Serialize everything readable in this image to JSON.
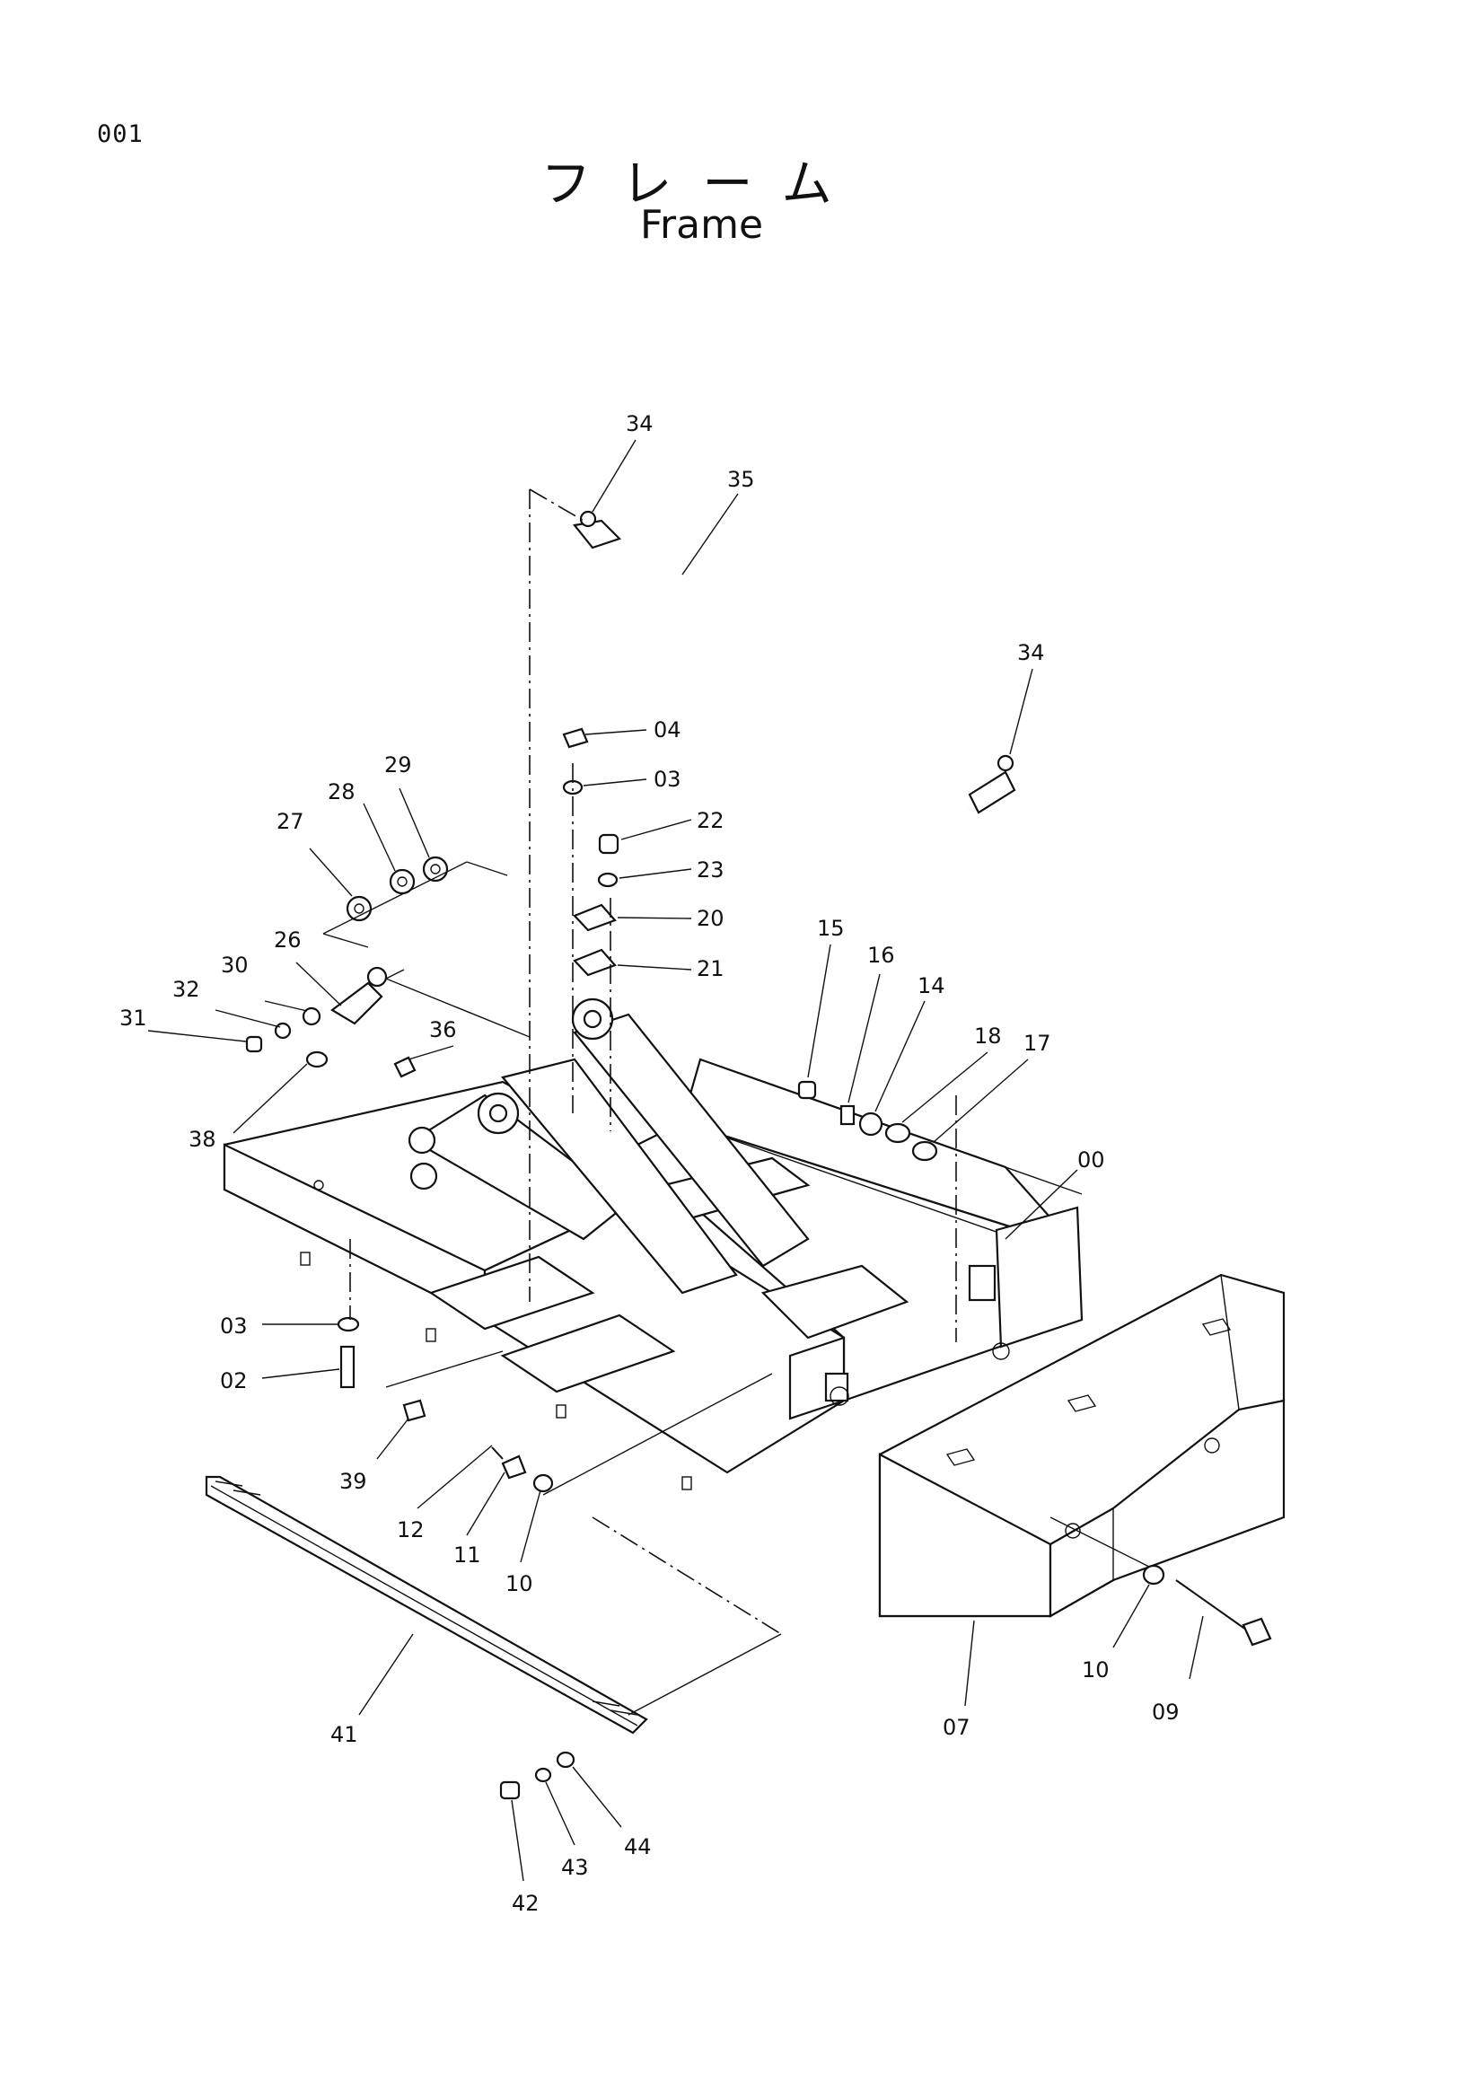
{
  "page_number": "001",
  "title_jp": "フレーム",
  "title_en": "Frame",
  "callouts": [
    {
      "id": "34a",
      "text": "34"
    },
    {
      "id": "35",
      "text": "35"
    },
    {
      "id": "34b",
      "text": "34"
    },
    {
      "id": "04",
      "text": "04"
    },
    {
      "id": "03a",
      "text": "03"
    },
    {
      "id": "22",
      "text": "22"
    },
    {
      "id": "23",
      "text": "23"
    },
    {
      "id": "20",
      "text": "20"
    },
    {
      "id": "21",
      "text": "21"
    },
    {
      "id": "29",
      "text": "29"
    },
    {
      "id": "28",
      "text": "28"
    },
    {
      "id": "27",
      "text": "27"
    },
    {
      "id": "26",
      "text": "26"
    },
    {
      "id": "30",
      "text": "30"
    },
    {
      "id": "32",
      "text": "32"
    },
    {
      "id": "31",
      "text": "31"
    },
    {
      "id": "36",
      "text": "36"
    },
    {
      "id": "38",
      "text": "38"
    },
    {
      "id": "15",
      "text": "15"
    },
    {
      "id": "16",
      "text": "16"
    },
    {
      "id": "14",
      "text": "14"
    },
    {
      "id": "18",
      "text": "18"
    },
    {
      "id": "17",
      "text": "17"
    },
    {
      "id": "00",
      "text": "00"
    },
    {
      "id": "03b",
      "text": "03"
    },
    {
      "id": "02",
      "text": "02"
    },
    {
      "id": "39",
      "text": "39"
    },
    {
      "id": "12",
      "text": "12"
    },
    {
      "id": "11",
      "text": "11"
    },
    {
      "id": "10a",
      "text": "10"
    },
    {
      "id": "41",
      "text": "41"
    },
    {
      "id": "07",
      "text": "07"
    },
    {
      "id": "10b",
      "text": "10"
    },
    {
      "id": "09",
      "text": "09"
    },
    {
      "id": "42",
      "text": "42"
    },
    {
      "id": "43",
      "text": "43"
    },
    {
      "id": "44",
      "text": "44"
    }
  ]
}
